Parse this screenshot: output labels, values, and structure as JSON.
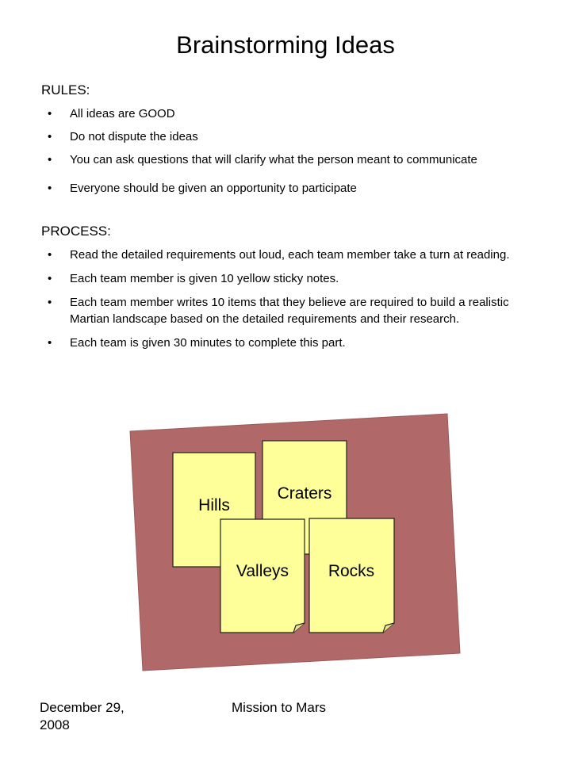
{
  "title": "Brainstorming Ideas",
  "rules": {
    "heading": "RULES:",
    "items": [
      "All ideas are GOOD",
      "Do not dispute the ideas",
      "You can ask questions that will clarify what the person meant to communicate",
      "Everyone should be given an opportunity to participate"
    ]
  },
  "process": {
    "heading": "PROCESS:",
    "items": [
      "Read the detailed requirements out loud, each team member take a turn at reading.",
      "Each team member is given 10 yellow sticky notes.",
      "Each team member writes 10 items that they believe are required to build a realistic Martian landscape based on the detailed requirements and their research.",
      "Each team is given 30 minutes to complete this part."
    ]
  },
  "bullet_char": "•",
  "board": {
    "color": "#b06868",
    "notes": [
      "Hills",
      "Craters",
      "Valleys",
      "Rocks"
    ],
    "note_color": "#ffff99"
  },
  "footer": {
    "date": "December 29, 2008",
    "center": "Mission to Mars"
  }
}
